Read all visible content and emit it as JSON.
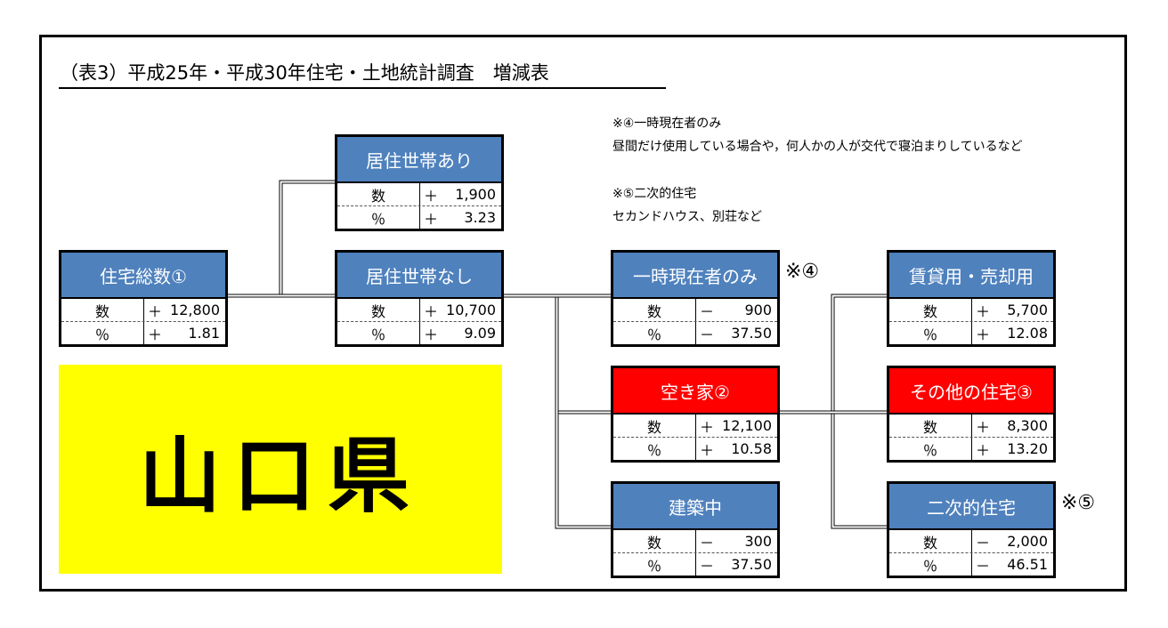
{
  "title": "（表3）平成25年・平成30年住宅・土地統計調査　増減表",
  "notes": {
    "note4_title": "※④一時現在者のみ",
    "note4_body": "昼間だけ使用している場合や，何人かの人が交代で寝泊まりしているなど",
    "note5_title": "※⑤二次的住宅",
    "note5_body": "セカンドハウス、別荘など"
  },
  "prefecture": "山口県",
  "boxes": {
    "total": {
      "label": "住宅総数①",
      "count_label": "数",
      "count_sign": "＋",
      "count": "12,800",
      "pct_label": "％",
      "pct_sign": "＋",
      "pct": "1.81",
      "color": "#4f81bd"
    },
    "occupied": {
      "label": "居住世帯あり",
      "count_label": "数",
      "count_sign": "＋",
      "count": "1,900",
      "pct_label": "％",
      "pct_sign": "＋",
      "pct": "3.23",
      "color": "#4f81bd"
    },
    "unoccupied": {
      "label": "居住世帯なし",
      "count_label": "数",
      "count_sign": "＋",
      "count": "10,700",
      "pct_label": "％",
      "pct_sign": "＋",
      "pct": "9.09",
      "color": "#4f81bd"
    },
    "temporary": {
      "label": "一時現在者のみ",
      "count_label": "数",
      "count_sign": "－",
      "count": "900",
      "pct_label": "％",
      "pct_sign": "－",
      "pct": "37.50",
      "color": "#4f81bd",
      "mark": "※④"
    },
    "vacant": {
      "label": "空き家②",
      "count_label": "数",
      "count_sign": "＋",
      "count": "12,100",
      "pct_label": "％",
      "pct_sign": "＋",
      "pct": "10.58",
      "color": "#ff0000"
    },
    "construction": {
      "label": "建築中",
      "count_label": "数",
      "count_sign": "－",
      "count": "300",
      "pct_label": "％",
      "pct_sign": "－",
      "pct": "37.50",
      "color": "#4f81bd"
    },
    "rent_sale": {
      "label": "賃貸用・売却用",
      "count_label": "数",
      "count_sign": "＋",
      "count": "5,700",
      "pct_label": "％",
      "pct_sign": "＋",
      "pct": "12.08",
      "color": "#4f81bd"
    },
    "other": {
      "label": "その他の住宅③",
      "count_label": "数",
      "count_sign": "＋",
      "count": "8,300",
      "pct_label": "％",
      "pct_sign": "＋",
      "pct": "13.20",
      "color": "#ff0000"
    },
    "secondary": {
      "label": "二次的住宅",
      "count_label": "数",
      "count_sign": "－",
      "count": "2,000",
      "pct_label": "％",
      "pct_sign": "－",
      "pct": "46.51",
      "color": "#4f81bd",
      "mark": "※⑤"
    }
  }
}
